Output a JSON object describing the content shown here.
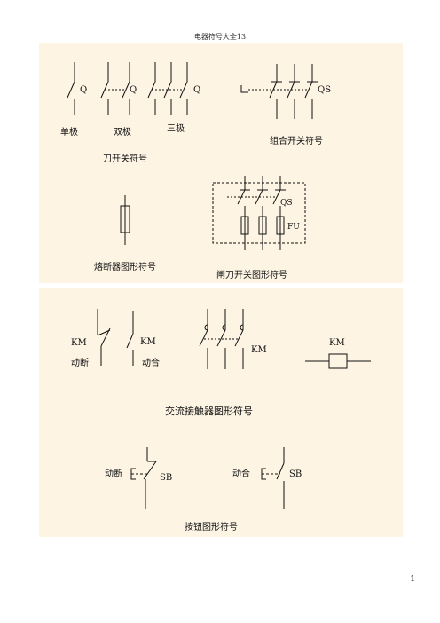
{
  "header": {
    "title": "电器符号大全13"
  },
  "panel1": {
    "knife": {
      "q_single": "Q",
      "q_double": "Q",
      "q_triple": "Q",
      "single": "单极",
      "double": "双极",
      "triple": "三极",
      "caption": "刀开关符号"
    },
    "combo": {
      "label": "QS",
      "caption": "组合开关符号"
    },
    "fuse": {
      "caption": "熔断器图形符号"
    },
    "fuse_switch": {
      "qs": "QS",
      "fu": "FU",
      "caption": "闸刀开关图形符号"
    }
  },
  "panel2": {
    "contactor": {
      "km1": "KM",
      "km2": "KM",
      "km3": "KM",
      "km4": "KM",
      "nc": "动断",
      "no": "动合",
      "caption": "交流接触器图形符号"
    },
    "button": {
      "nc": "动断",
      "no": "动合",
      "sb1": "SB",
      "sb2": "SB",
      "caption": "按钮图形符号"
    }
  },
  "footer": {
    "page": "1"
  }
}
